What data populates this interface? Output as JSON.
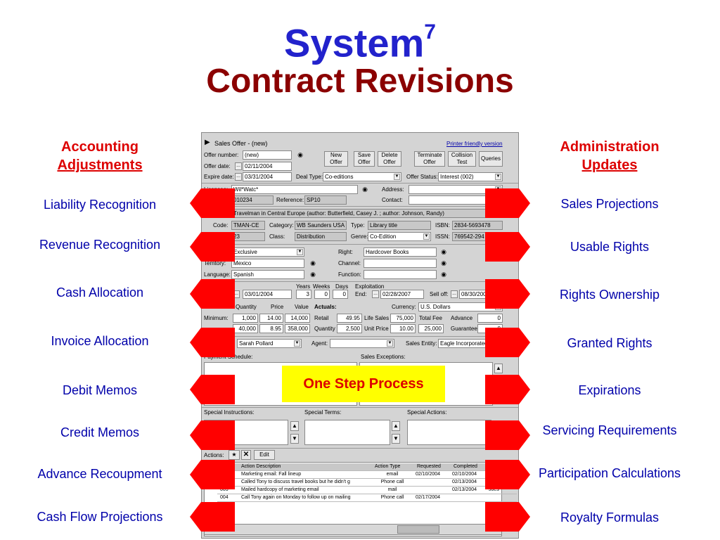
{
  "title": {
    "main": "System",
    "sup": "7",
    "sub": "Contract Revisions"
  },
  "left_header": {
    "line1": "Accounting",
    "line2": "Adjustments"
  },
  "right_header": {
    "line1": "Administration",
    "line2": "Updates"
  },
  "left_items": [
    "Liability Recognition",
    "Revenue Recognition",
    "Cash Allocation",
    "Invoice Allocation",
    "Debit Memos",
    "Credit Memos",
    "Advance Recoupment",
    "Cash Flow Projections"
  ],
  "right_items": [
    "Sales Projections",
    "Usable Rights",
    "Rights Ownership",
    "Granted Rights",
    "Expirations",
    "Servicing Requirements",
    "Participation Calculations",
    "Royalty Formulas"
  ],
  "callout": "One Step Process",
  "colors": {
    "title_blue": "#2222cc",
    "title_red": "#8b0000",
    "header_red": "#dd0000",
    "item_blue": "#0000aa",
    "arrow_red": "#ff0000",
    "callout_bg": "#ffff00"
  },
  "form": {
    "window_title": "Sales Offer - (new)",
    "printer_link": "Printer friendly version",
    "offer_number_label": "Offer number:",
    "offer_number": "(new)",
    "offer_date_label": "Offer date:",
    "offer_date": "02/11/2004",
    "expire_date_label": "Expire date:",
    "expire_date": "03/31/2004",
    "deal_type_label": "Deal Type:",
    "deal_type": "Co-editions",
    "offer_status_label": "Offer Status:",
    "offer_status": "Interest (002)",
    "buttons": {
      "new_offer": "New Offer",
      "save_offer": "Save Offer",
      "delete_offer": "Delete Offer",
      "terminate_offer": "Terminate Offer",
      "collision_test": "Collision Test",
      "queries": "Queries"
    },
    "licensee_label": "Licensee:",
    "licensee": "Wil*Watc*",
    "address_label": "Address:",
    "licensee_code": "010234",
    "reference_label": "Reference:",
    "reference": "SP10",
    "contact_label": "Contact:",
    "title_value": "Travelman in Central Europe (author: Butterfield, Casey J. ; author: Johnson, Randy)",
    "code_label": "Code:",
    "code": "TMAN-CE",
    "category_label": "Category:",
    "category": "WB Saunders USA",
    "type_label": "Type:",
    "type": "Library title",
    "isbn_label": "ISBN:",
    "isbn": "2834-5693478",
    "code2": "23",
    "class_label": "Class:",
    "class": "Distribution",
    "genre_label": "Genre:",
    "genre": "Co-Edition",
    "issn_label": "ISSN:",
    "issn": "769542-294",
    "exclusivity": "Exclusive",
    "right_label": "Right:",
    "right": "Hardcover Books",
    "territory_label": "Territory:",
    "territory": "Mexico",
    "channel_label": "Channel:",
    "language_label": "Language:",
    "language": "Spanish",
    "function_label": "Function:",
    "term_headers": {
      "years": "Years",
      "weeks": "Weeks",
      "days": "Days",
      "exploitation": "Exploitation"
    },
    "start_date": "03/01/2004",
    "years": "3",
    "weeks": "0",
    "days": "0",
    "end_label": "End:",
    "end_date": "02/28/2007",
    "selloff_label": "Sell off:",
    "selloff_date": "08/30/200",
    "estimates_headers": {
      "quantity": "Quantity",
      "price": "Price",
      "value": "Value"
    },
    "actuals_label": "Actuals:",
    "currency_label": "Currency:",
    "currency": "U.S. Dollars",
    "minimum_label": "Minimum:",
    "min_qty": "1,000",
    "min_price": "14.00",
    "min_value": "14,000",
    "retail_label": "Retail",
    "retail": "49.95",
    "life_sales_label": "Life Sales",
    "life_sales": "75,000",
    "total_fee_label": "Total Fee",
    "advance_label": "Advance",
    "advance": "0",
    "max_qty": "40,000",
    "max_price": "8.95",
    "max_value": "358,000",
    "quantity_label": "Quantity",
    "quantity": "2,500",
    "unit_price_label": "Unit Price",
    "unit_price": "10.00",
    "total_fee": "25,000",
    "guarantee_label": "Guarantee",
    "guarantee": "0",
    "agent_person": "Sarah Pollard",
    "agent_label": "Agent:",
    "sales_entity_label": "Sales Entity:",
    "sales_entity": "Eagle Incorporated",
    "payment_schedule_label": "Payment Schedule:",
    "sales_exceptions_label": "Sales Exceptions:",
    "special_instructions_label": "Special Instructions:",
    "special_terms_label": "Special Terms:",
    "special_actions_label": "Special Actions:",
    "actions_label": "Actions:",
    "edit_label": "Edit",
    "grid_headers": {
      "description": "Action Description",
      "action_type": "Action Type",
      "requested": "Requested",
      "completed": "Completed"
    },
    "grid_rows": [
      {
        "num": "",
        "description": "Marketing email: Fall lineup",
        "type": "email",
        "requested": "02/10/2004",
        "completed": "02/10/2004",
        "who": ""
      },
      {
        "num": "",
        "description": "Called Tony to discuss travel books but he didn't g",
        "type": "Phone call",
        "requested": "",
        "completed": "02/13/2004",
        "who": ""
      },
      {
        "num": "003",
        "description": "Mailed hardcopy of marketing email",
        "type": "mail",
        "requested": "",
        "completed": "02/13/2004",
        "who": "Joes"
      },
      {
        "num": "004",
        "description": "Call Tony again on Monday to follow up on mailing",
        "type": "Phone call",
        "requested": "02/17/2004",
        "completed": "",
        "who": ""
      }
    ]
  }
}
